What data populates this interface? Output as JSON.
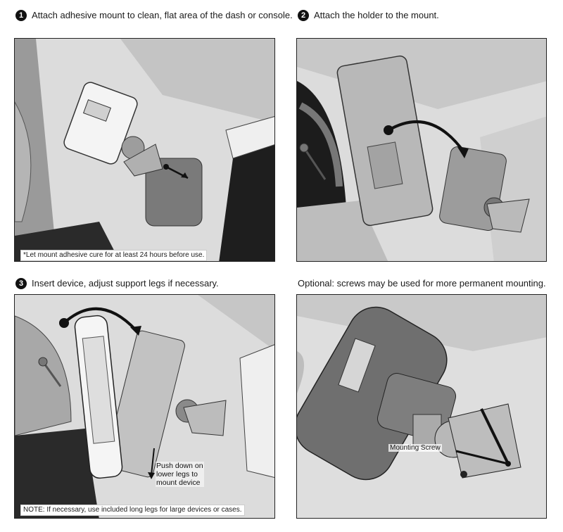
{
  "steps": [
    {
      "number": "1",
      "text": "Attach adhesive mount to clean, flat area of the dash or console."
    },
    {
      "number": "2",
      "text": "Attach the holder to the mount."
    },
    {
      "number": "3",
      "text": "Insert device, adjust support legs if necessary."
    }
  ],
  "optional": {
    "text": "Optional: screws may be used for more permanent mounting."
  },
  "panel1": {
    "note": "*Let mount adhesive cure for at least 24 hours before use."
  },
  "panel3": {
    "callout_lines": [
      "Push down on",
      "lower legs to",
      "mount device"
    ],
    "note": "NOTE: If necessary, use included long legs for large devices or cases."
  },
  "panel4": {
    "label": "Mounting Screw"
  },
  "colors": {
    "panel_bg": "#d9d9d9",
    "dash_dark": "#2a2a2a",
    "part_gray": "#8c8c8c",
    "outline": "#222222"
  }
}
